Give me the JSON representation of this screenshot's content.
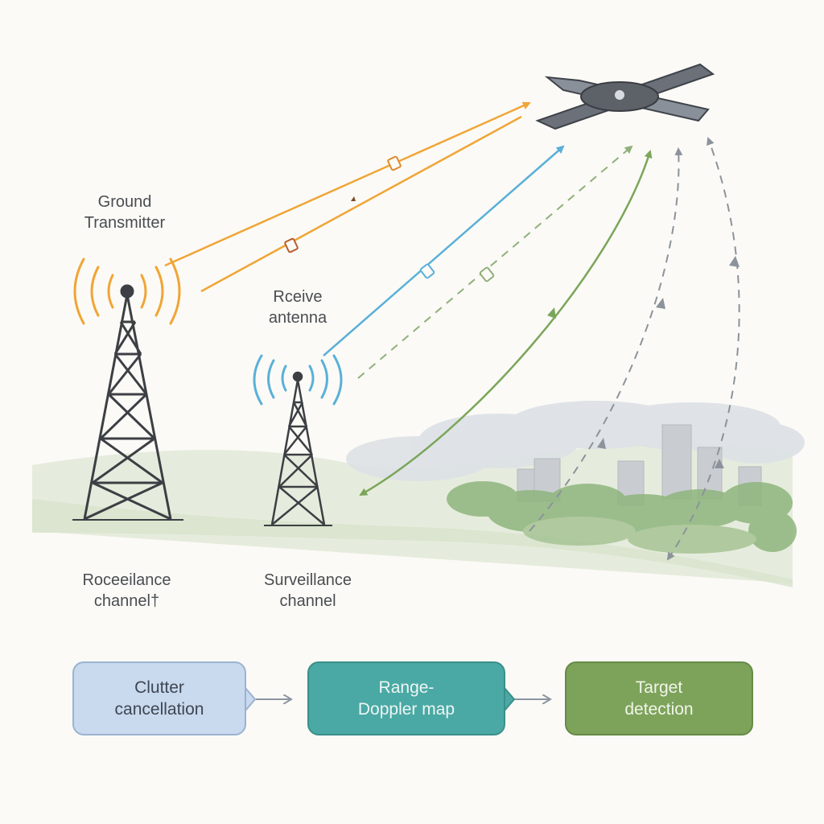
{
  "labels": {
    "ground_transmitter": "Ground\nTransmitter",
    "receive_antenna": "Rceive\nantenna",
    "left_channel": "Roceeilance\nchannel†",
    "surveillance_channel": "Surveillance\nchannel"
  },
  "flow": {
    "steps": [
      {
        "label": "Clutter\ncancellation"
      },
      {
        "label": "Range-\nDoppler map"
      },
      {
        "label": "Target\ndetection"
      }
    ]
  },
  "colors": {
    "transmit_signal": "#f0a536",
    "receive_signal": "#5ab0d8",
    "reflected_signal": "#7ba65a",
    "multipath_signal": "#8c939c",
    "tower": "#3c3f44",
    "box_1_fill": "#c9d9ee",
    "box_2_fill": "#4aa9a4",
    "box_3_fill": "#7da35a"
  }
}
